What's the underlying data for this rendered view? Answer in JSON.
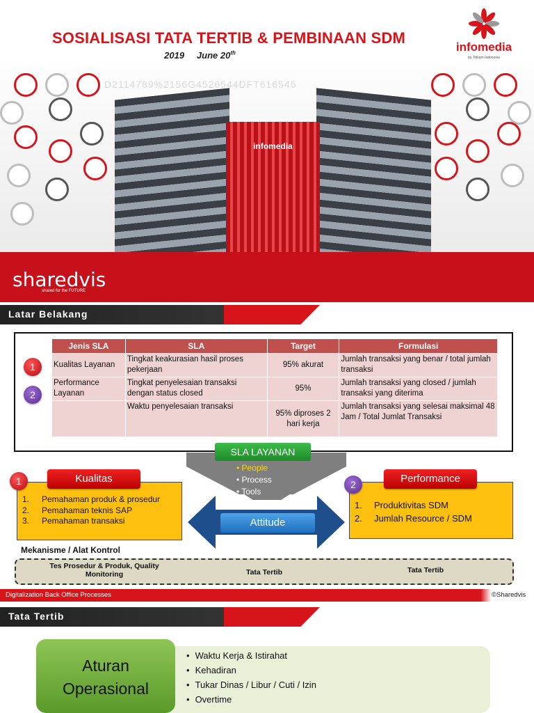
{
  "header": {
    "title": "SOSIALISASI TATA TERTIB & PEMBINAAN SDM",
    "date_prefix": "June 20",
    "date_sup": "th",
    "date_year": "2019",
    "logo_text": "infomedia",
    "logo_sub": "by Telkom Indonesia"
  },
  "hero": {
    "watermark": "D2114789%2156G4526544DFT616545",
    "building_logo": "infomedia"
  },
  "banner": {
    "brand": "sharedvis",
    "tagline": "shared for the FUTURE"
  },
  "section1": {
    "label": "Latar Belakang"
  },
  "table": {
    "headers": [
      "Jenis SLA",
      "SLA",
      "Target",
      "Formulasi"
    ],
    "rows": [
      {
        "jenis": "Kualitas Layanan",
        "sla": "Tingkat keakurasian hasil proses pekerjaan",
        "target": "95% akurat",
        "formulasi": "Jumlah transaksi yang benar / total jumlah transaksi"
      },
      {
        "jenis": "Performance Layanan",
        "sla": "Tingkat penyelesaian transaksi dengan status closed",
        "target": "95%",
        "formulasi": "Jumlah transaksi yang closed / jumlah transaksi yang diterima"
      },
      {
        "jenis": "",
        "sla": "Waktu penyelesaian transaksi",
        "target": "95% diproses 2 hari kerja",
        "formulasi": "Jumlah transaksi yang selesai maksimal 48 Jam / Total Jumlat Transaksi"
      }
    ],
    "badges": [
      "1",
      "2"
    ]
  },
  "diagram": {
    "center_title": "SLA LAYANAN",
    "funnel_items": [
      "People",
      "Process",
      "Tools"
    ],
    "attitude": "Attitude",
    "kualitas": {
      "badge": "1",
      "title": "Kualitas",
      "items": [
        "Pemahaman produk & prosedur",
        "Pemahaman teknis SAP",
        "Pemahaman transaksi"
      ]
    },
    "performance": {
      "badge": "2",
      "title": "Performance",
      "items": [
        "Produktivitas SDM",
        "Jumlah Resource / SDM"
      ]
    },
    "mekanisme_label": "Mekanisme / Alat Kontrol",
    "mekanisme_items": [
      "Tes Prosedur & Produk, Quality Monitoring",
      "Tata Tertib",
      "Tata Tertib"
    ]
  },
  "footer": {
    "label": "Digitalization Back Office Processes",
    "copyright": "©Sharedvis"
  },
  "section2": {
    "label": "Tata Tertib"
  },
  "aturan": {
    "title_line1": "Aturan",
    "title_line2": "Operasional",
    "items": [
      "Waktu Kerja & Istirahat",
      "Kehadiran",
      "Tukar Dinas / Libur / Cuti / Izin",
      "Overtime"
    ]
  },
  "colors": {
    "brand_red": "#d7141a",
    "table_header": "#c0504d",
    "table_cell": "#efd3d2",
    "yellow": "#fdc00f",
    "green": "#3dbb4a",
    "blue": "#1f6fbf"
  }
}
